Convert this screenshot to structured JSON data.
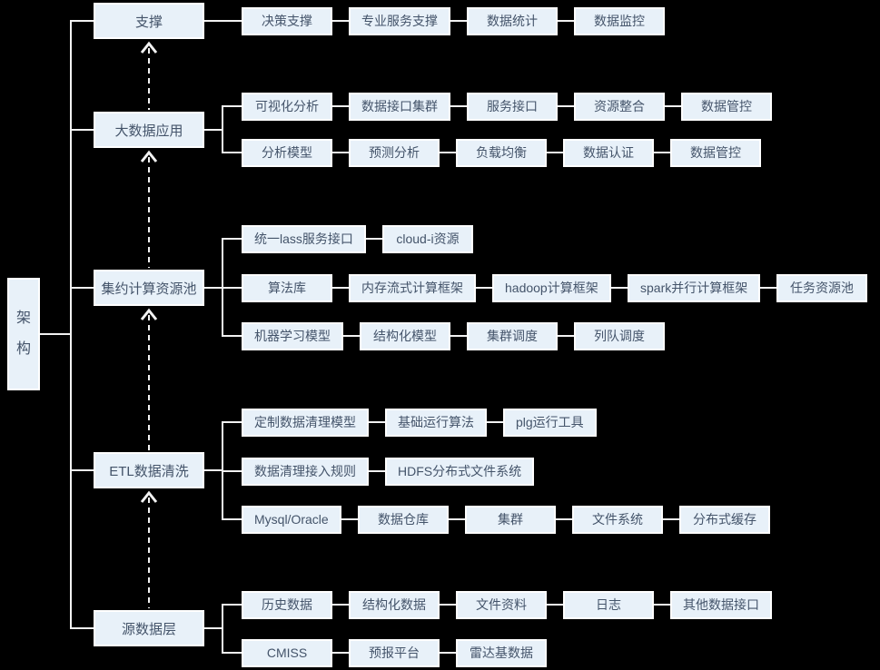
{
  "diagram": {
    "root": {
      "label": "架构"
    },
    "groups": [
      {
        "label": "支撑",
        "rows": [
          [
            "决策支撑",
            "专业服务支撑",
            "数据统计",
            "数据监控"
          ]
        ]
      },
      {
        "label": "大数据应用",
        "rows": [
          [
            "可视化分析",
            "数据接口集群",
            "服务接口",
            "资源整合",
            "数据管控"
          ],
          [
            "分析模型",
            "预测分析",
            "负载均衡",
            "数据认证",
            "数据管控"
          ]
        ]
      },
      {
        "label": "集约计算资源池",
        "rows": [
          [
            "统一lass服务接口",
            "cloud-i资源"
          ],
          [
            "算法库",
            "内存流式计算框架",
            "hadoop计算框架",
            "spark并行计算框架",
            "任务资源池"
          ],
          [
            "机器学习模型",
            "结构化模型",
            "集群调度",
            "列队调度"
          ]
        ]
      },
      {
        "label": "ETL数据清洗",
        "rows": [
          [
            "定制数据清理模型",
            "基础运行算法",
            "plg运行工具"
          ],
          [
            "数据清理接入规则",
            "HDFS分布式文件系统"
          ],
          [
            "Mysql/Oracle",
            "数据仓库",
            "集群",
            "文件系统",
            "分布式缓存"
          ]
        ]
      },
      {
        "label": "源数据层",
        "rows": [
          [
            "历史数据",
            "结构化数据",
            "文件资料",
            "日志",
            "其他数据接口"
          ],
          [
            "CMISS",
            "预报平台",
            "雷达基数据"
          ]
        ]
      }
    ],
    "colors": {
      "background": "#000000",
      "node_fill": "#e8f1f9",
      "node_border": "#ffffff",
      "text": "#44546a",
      "connector": "#f2f2f2"
    }
  }
}
